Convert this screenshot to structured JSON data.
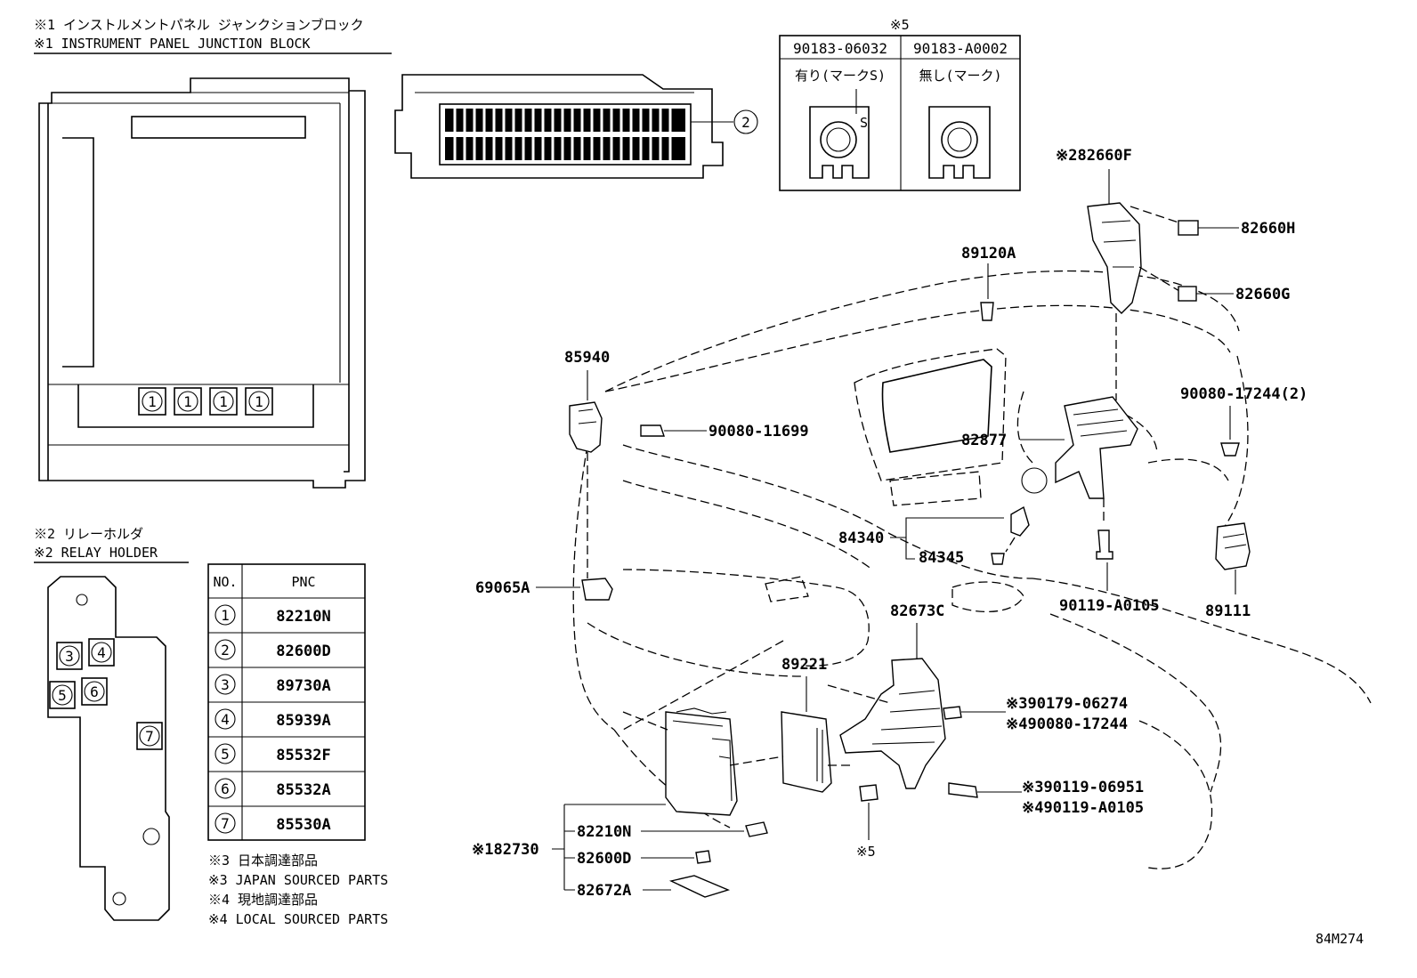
{
  "section1": {
    "title_jp": "※1 インストルメントパネル ジャンクションブロック",
    "title_en": "※1 INSTRUMENT PANEL JUNCTION BLOCK",
    "slot_number": "1",
    "connector_number": "2"
  },
  "section2": {
    "title_jp": "※2 リレーホルダ",
    "title_en": "※2 RELAY HOLDER",
    "positions": [
      "3",
      "4",
      "5",
      "6",
      "7"
    ]
  },
  "pnc_table": {
    "col_no": "NO.",
    "col_pnc": "PNC",
    "rows": [
      {
        "no": "1",
        "pnc": "82210N"
      },
      {
        "no": "2",
        "pnc": "82600D"
      },
      {
        "no": "3",
        "pnc": "89730A"
      },
      {
        "no": "4",
        "pnc": "85939A"
      },
      {
        "no": "5",
        "pnc": "85532F"
      },
      {
        "no": "6",
        "pnc": "85532A"
      },
      {
        "no": "7",
        "pnc": "85530A"
      }
    ]
  },
  "notes": [
    "※3 日本調達部品",
    "※3 JAPAN SOURCED PARTS",
    "※4 現地調達部品",
    "※4 LOCAL SOURCED PARTS"
  ],
  "section5": {
    "title": "※5",
    "col1_part": "90183-06032",
    "col2_part": "90183-A0002",
    "col1_desc": "有り(マークS)",
    "col2_desc": "無し(マーク)",
    "mark": "S"
  },
  "labels": {
    "p82660F": "※282660F",
    "p82660H": "82660H",
    "p82660G": "82660G",
    "p89120A": "89120A",
    "p85940": "85940",
    "p90080_11699": "90080-11699",
    "p90080_17244_2": "90080-17244(2)",
    "p82877": "82877",
    "p84340": "84340",
    "p84345": "84345",
    "p69065A": "69065A",
    "p82673C": "82673C",
    "p90119_A0105": "90119-A0105",
    "p89111": "89111",
    "p89221": "89221",
    "p90179_06274": "※390179-06274",
    "p90080_17244": "※490080-17244",
    "p90119_06951": "※390119-06951",
    "p90119_A0105b": "※490119-A0105",
    "p82730": "※182730",
    "p82210N": "82210N",
    "p82600D": "82600D",
    "p82672A": "82672A",
    "p_note5": "※5"
  },
  "diagram_code": "84M274"
}
